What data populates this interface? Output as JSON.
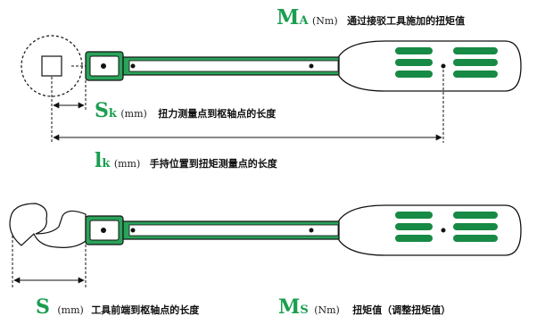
{
  "top_label": {
    "symbol": "M",
    "subscript": "A",
    "unit": "(Nm)",
    "description": "通过接驳工具施加的扭矩值"
  },
  "sk_label": {
    "symbol": "S",
    "subscript": "k",
    "unit": "(mm)",
    "description": "扭力测量点到枢轴点的长度"
  },
  "lk_label": {
    "symbol": "l",
    "subscript": "k",
    "unit": "(mm)",
    "description": "手持位置到扭矩测量点的长度"
  },
  "s_label": {
    "symbol": "S",
    "unit": "(mm)",
    "description": "工具前端到枢轴点的长度"
  },
  "ms_label": {
    "symbol": "M",
    "subscript": "S",
    "unit": "(Nm)",
    "description": "扭矩值（调整扭矩值）"
  },
  "colors": {
    "wrench_green": "#2aa35a",
    "handle_green": "#178a45",
    "label_green": "#1a9e4f",
    "line": "#111111"
  }
}
